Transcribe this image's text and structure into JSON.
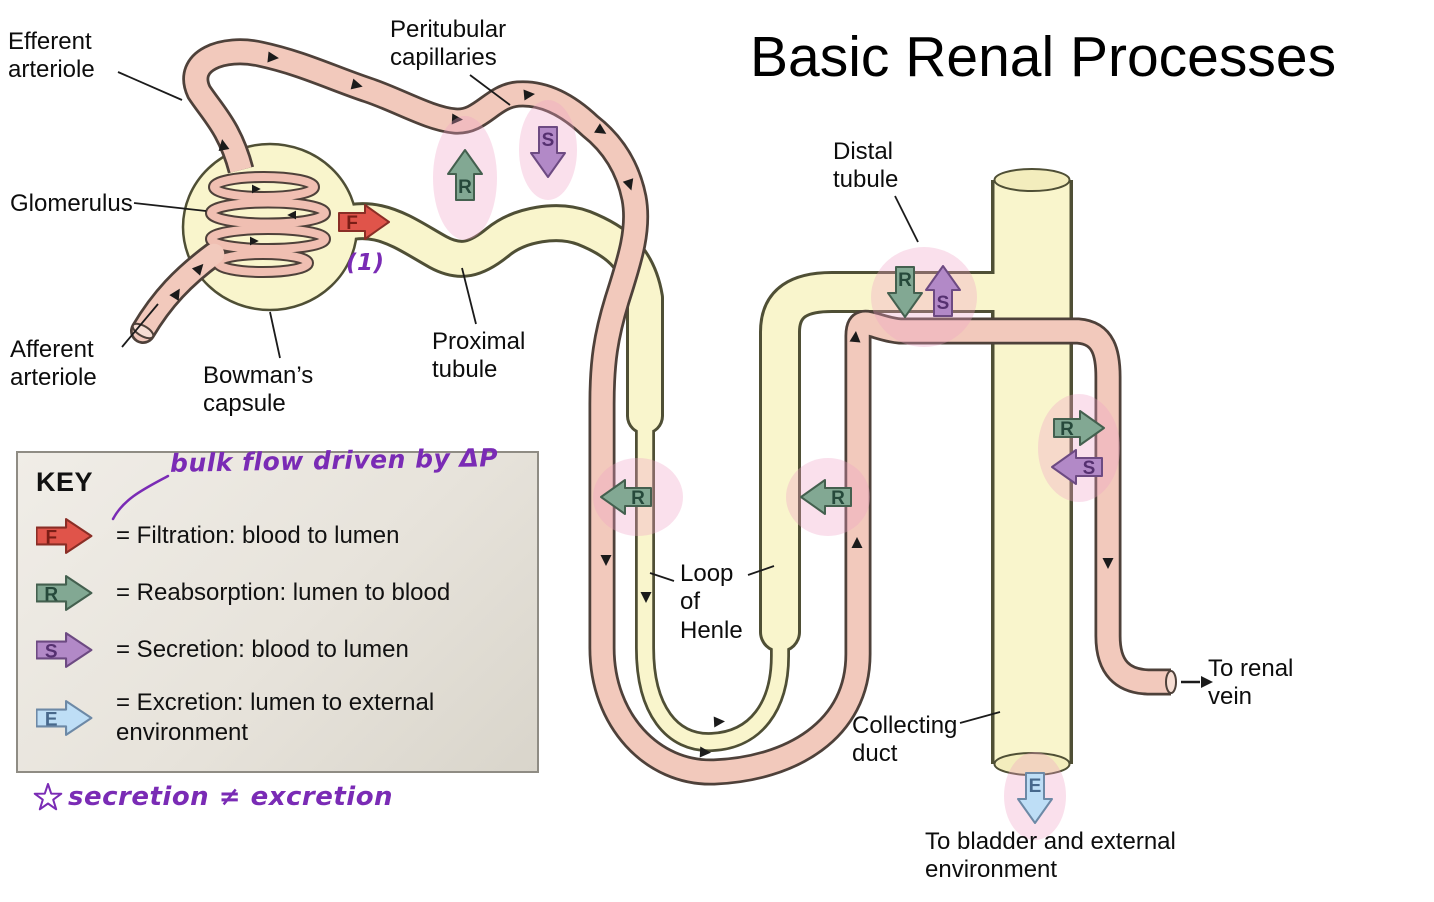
{
  "title": "Basic Renal Processes",
  "diagram_labels": {
    "efferent_arteriole": "Efferent arteriole",
    "peritubular_capillaries": "Peritubular capillaries",
    "glomerulus": "Glomerulus",
    "afferent_arteriole": "Afferent arteriole",
    "bowmans_capsule": "Bowman’s capsule",
    "proximal_tubule": "Proximal tubule",
    "distal_tubule": "Distal tubule",
    "loop_of_henle": "Loop of Henle",
    "collecting_duct": "Collecting duct",
    "to_renal_vein": "To renal vein",
    "to_bladder": "To bladder and external environment"
  },
  "arrow_letters": {
    "filtration": "F",
    "reabsorption": "R",
    "secretion": "S",
    "excretion": "E"
  },
  "key": {
    "heading": "KEY",
    "items": [
      {
        "letter": "F",
        "label": "= Filtration: blood to lumen"
      },
      {
        "letter": "R",
        "label": "= Reabsorption: lumen to blood"
      },
      {
        "letter": "S",
        "label": "= Secretion: blood to lumen"
      },
      {
        "letter": "E",
        "label": "= Excretion: lumen to external environment"
      }
    ]
  },
  "annotations": {
    "bulk_flow_note": "bulk flow driven by ΔP",
    "step_number": "(1)",
    "secretion_note": "secretion ≠ excretion"
  },
  "colors": {
    "filtration_red": "#e0544a",
    "reabsorption_green": "#82a893",
    "secretion_purple": "#b289c7",
    "excretion_blue": "#bedef6",
    "tubule_yellow": "#f9f5cc",
    "vessel_pink": "#f2c9bc",
    "highlight_pink": "#f0a0c4",
    "handwriting_purple": "#7a2bb5"
  }
}
